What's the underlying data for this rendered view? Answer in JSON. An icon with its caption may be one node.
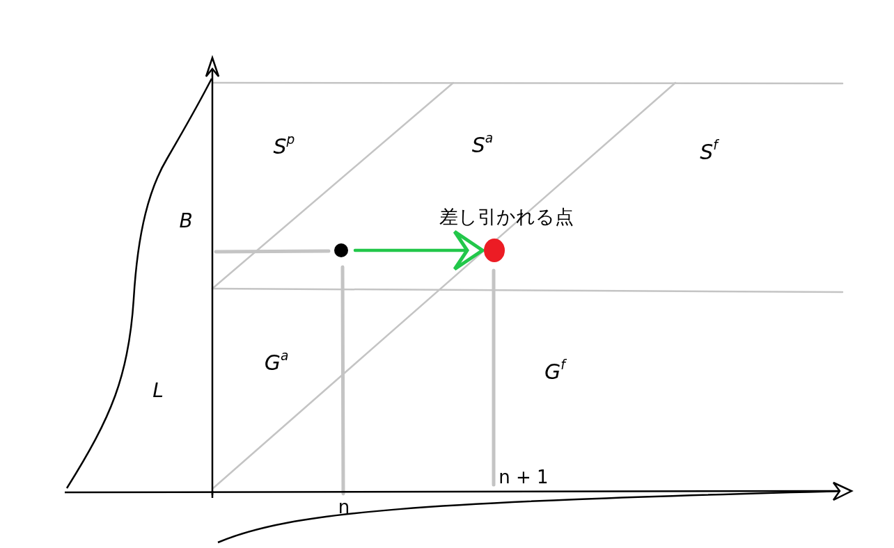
{
  "diagram": {
    "nodes": [
      {
        "text": [],
        "shape": "circle"
      },
      {
        "text": [],
        "shape": "circle",
        "beside": [
          "差し引かれる点"
        ]
      }
    ],
    "edges": [
      {
        "from": 0,
        "to": 1,
        "arrow": "to",
        "color": "#22c74a"
      }
    ],
    "labels": [
      "S$^{p}$",
      "S$^{a}$",
      "S$^{f}$",
      "B",
      "G$^{a}$",
      "G$^{f}$",
      "L",
      "n + 1",
      "n"
    ]
  }
}
